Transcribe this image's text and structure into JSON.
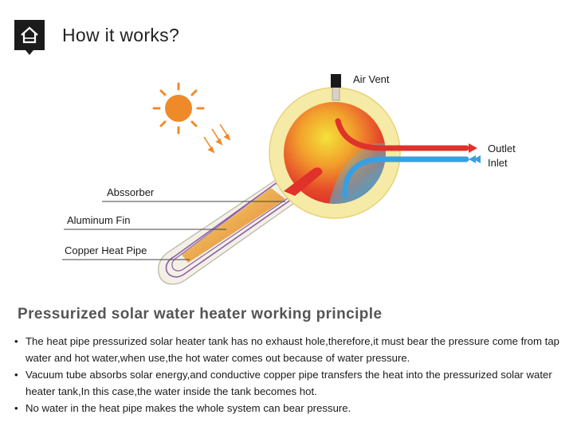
{
  "header": {
    "title": "How it works?",
    "icon": "home-icon"
  },
  "diagram": {
    "labels": {
      "air_vent": "Air Vent",
      "outlet": "Outlet",
      "inlet": "Inlet",
      "absorber": "Abssorber",
      "aluminum_fin": "Aluminum Fin",
      "copper_heat_pipe": "Copper Heat Pipe"
    },
    "icons": [
      "sun-icon",
      "sunlight-rays-icon"
    ],
    "colors": {
      "sun": "#ef8a2a",
      "hot_water": "#e0312b",
      "cold_water": "#3a9fe0",
      "tank_shell": "#f5eba6",
      "copper": "#e08a2c"
    }
  },
  "section": {
    "title": "Pressurized solar water heater working principle"
  },
  "bullets": [
    "The heat pipe pressurized solar heater tank has no exhaust hole,therefore,it must bear the pressure come from tap water and hot water,when use,the hot water comes out because of water pressure.",
    "Vacuum tube absorbs solar energy,and conductive copper pipe transfers the heat into the pressurized solar water heater tank,In this case,the water inside the tank becomes hot.",
    "No water in the heat pipe makes the whole system can bear pressure."
  ]
}
